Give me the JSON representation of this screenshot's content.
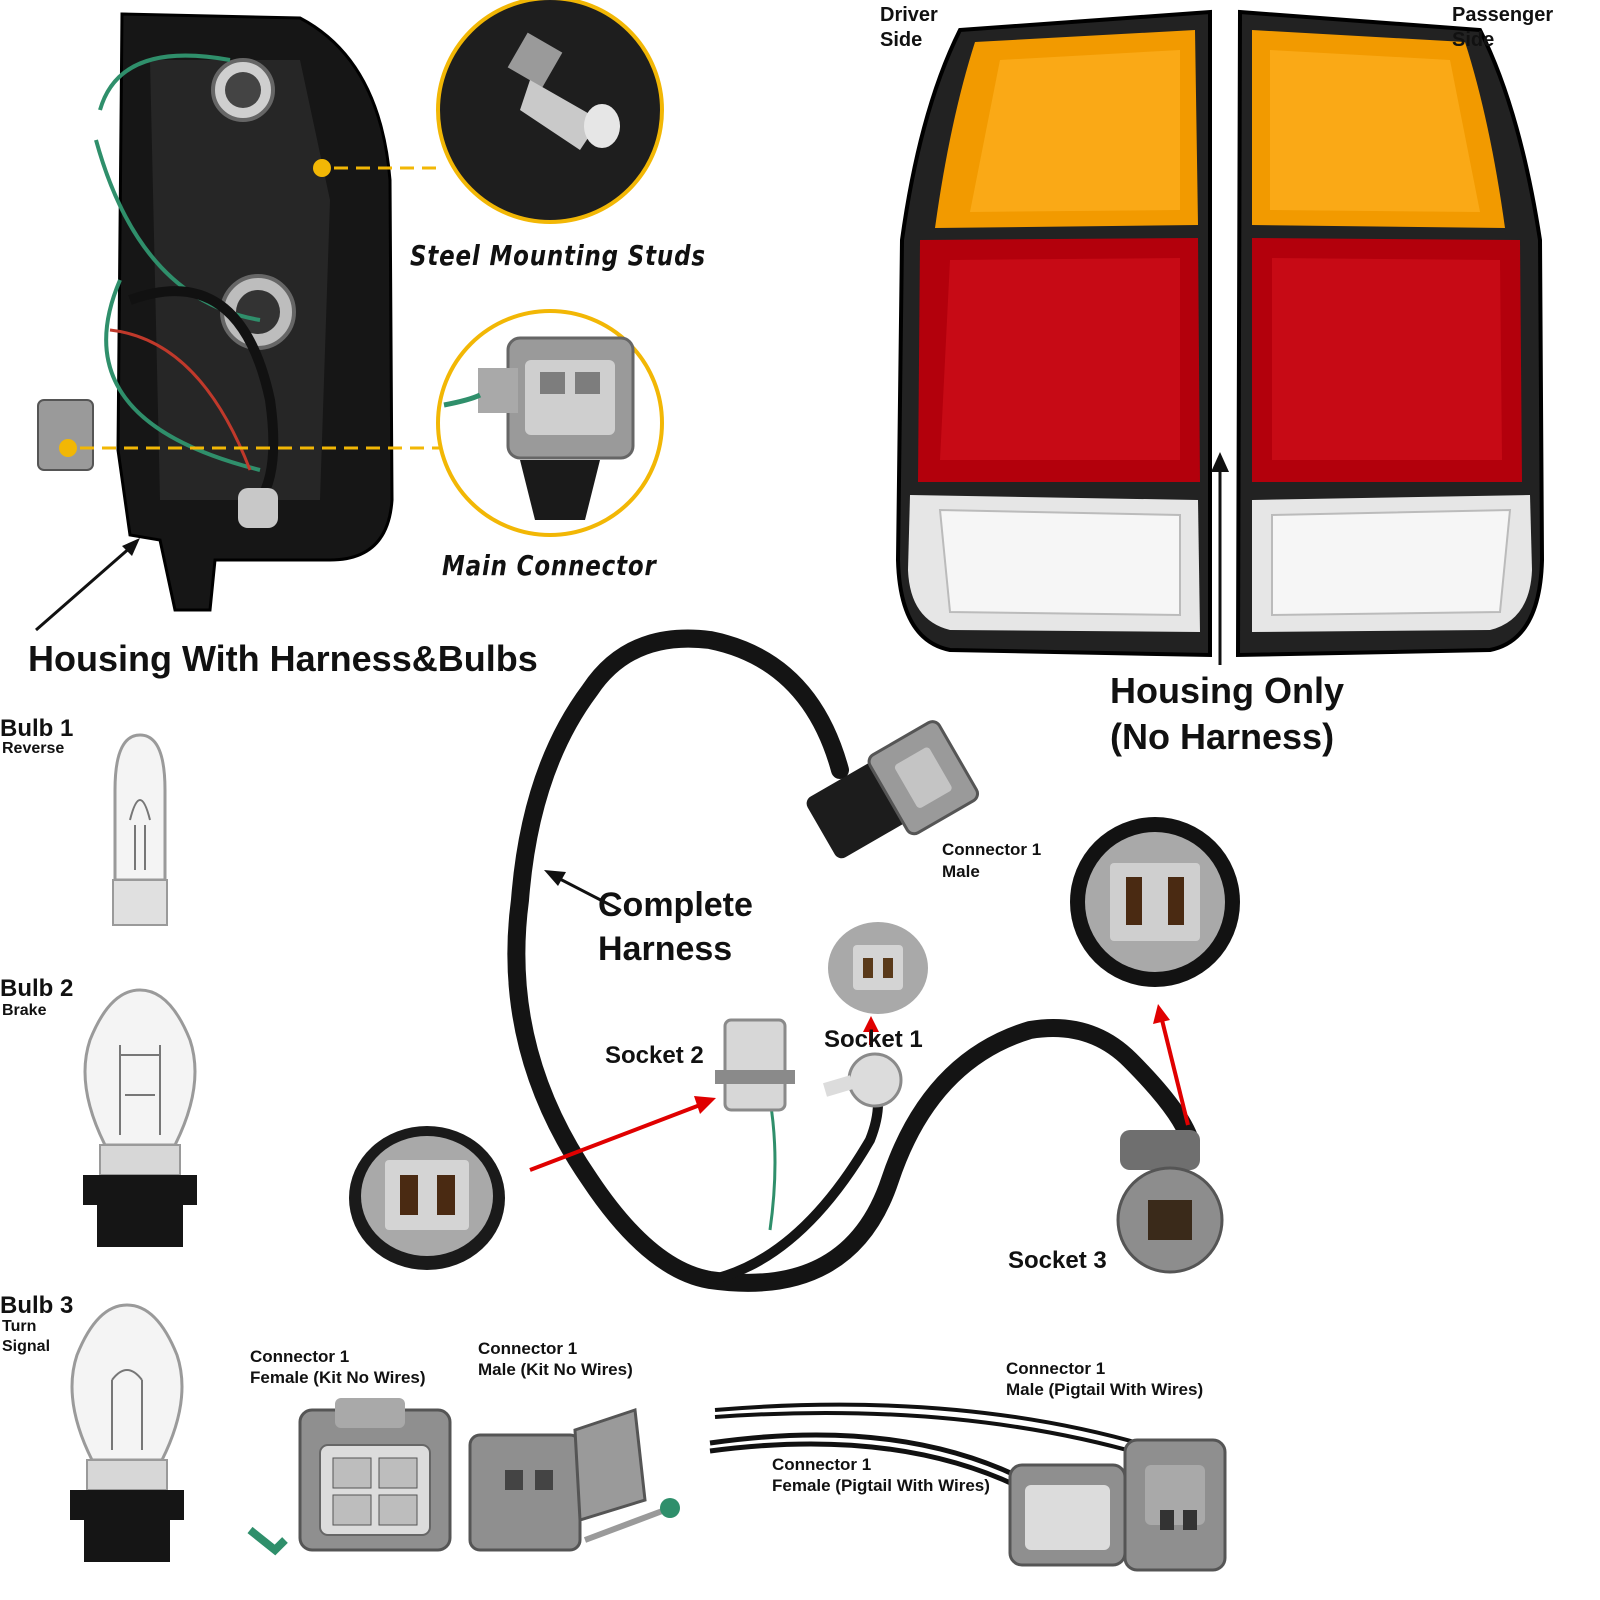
{
  "labels": {
    "steel_mounting_studs": "Steel Mounting Studs",
    "main_connector": "Main Connector",
    "housing_with_harness": "Housing With Harness&Bulbs",
    "driver_side": [
      "Driver",
      "Side"
    ],
    "passenger_side": [
      "Passenger",
      "Side"
    ],
    "housing_only": [
      "Housing Only",
      "(No Harness)"
    ],
    "bulb1": {
      "title": "Bulb 1",
      "sub": "Reverse"
    },
    "bulb2": {
      "title": "Bulb 2",
      "sub": "Brake"
    },
    "bulb3": {
      "title": "Bulb 3",
      "sub": [
        "Turn",
        "Signal"
      ]
    },
    "complete_harness": [
      "Complete",
      "Harness"
    ],
    "connector1_male": [
      "Connector 1",
      "Male"
    ],
    "socket1": "Socket 1",
    "socket2": "Socket 2",
    "socket3": "Socket 3",
    "kit_female": [
      "Connector 1",
      "Female (Kit No Wires)"
    ],
    "kit_male": [
      "Connector 1",
      "Male (Kit No Wires)"
    ],
    "pigtail_male": [
      "Connector 1",
      "Male (Pigtail With Wires)"
    ],
    "pigtail_female": [
      "Connector 1",
      "Female (Pigtail With Wires)"
    ]
  },
  "colors": {
    "callout_yellow": "#f2b705",
    "amber": "#f29a00",
    "red_lens": "#b3000c",
    "clear_lens": "#e6e6e6",
    "connector_gray": "#9a9a9a",
    "arrow_red": "#e00000"
  }
}
